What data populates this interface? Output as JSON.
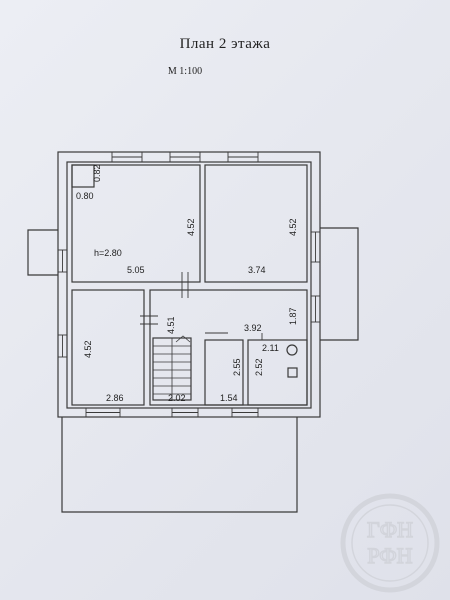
{
  "header": {
    "title": "План  2 этажа",
    "scale": "М 1:100"
  },
  "dimensions": {
    "d_082": "0.82",
    "d_080": "0.80",
    "d_452_a": "4.52",
    "d_452_b": "4.52",
    "d_h280": "h=2.80",
    "d_505": "5.05",
    "d_374": "3.74",
    "d_451": "4.51",
    "d_392": "3.92",
    "d_187": "1.87",
    "d_452_c": "4.52",
    "d_255": "2.55",
    "d_211": "2.11",
    "d_252": "2.52",
    "d_286": "2.86",
    "d_202": "2.02",
    "d_154": "1.54"
  },
  "seal": {
    "line1": "ГФН",
    "line2": "РФН"
  },
  "colors": {
    "paper": "#e6e8ef",
    "ink": "#3a3a3a"
  }
}
